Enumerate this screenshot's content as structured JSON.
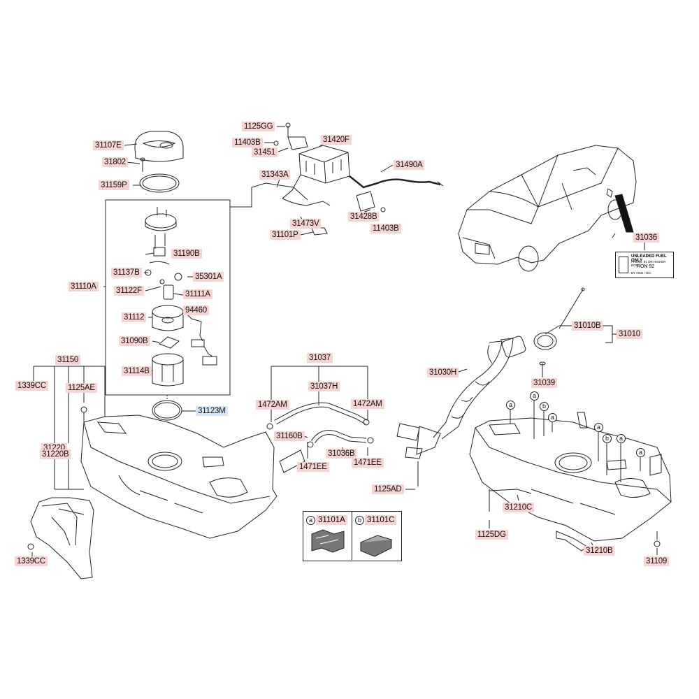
{
  "parts": {
    "p1125GG": "1125GG",
    "p31420F": "31420F",
    "p11403B_top": "11403B",
    "p31451": "31451",
    "p31107E": "31107E",
    "p31802": "31802",
    "p31159P": "31159P",
    "p31343A": "31343A",
    "p31490A": "31490A",
    "p31428B": "31428B",
    "p11403B_low": "11403B",
    "p31473V": "31473V",
    "p31101P": "31101P",
    "p31036": "31036",
    "p31190B": "31190B",
    "p31137B": "31137B",
    "p35301A": "35301A",
    "p31110A": "31110A",
    "p31122F": "31122F",
    "p31111A": "31111A",
    "p94460": "94460",
    "p31112": "31112",
    "p31010B": "31010B",
    "p31010": "31010",
    "p31090B": "31090B",
    "p31150": "31150",
    "p31037": "31037",
    "p31030H": "31030H",
    "p31114B": "31114B",
    "p31039": "31039",
    "p1339CC_top": "1339CC",
    "p1125AE": "1125AE",
    "p31037H": "31037H",
    "p1472AM_l": "1472AM",
    "p1472AM_r": "1472AM",
    "p31123M": "31123M",
    "p31160B": "31160B",
    "p31220": "31220",
    "p31220B": "31220B",
    "p31036B": "31036B",
    "p1471EE_l": "1471EE",
    "p1471EE_r": "1471EE",
    "p1125AD": "1125AD",
    "p31210C": "31210C",
    "p1125DG": "1125DG",
    "p31210B": "31210B",
    "p1339CC_low": "1339CC",
    "p31109": "31109"
  },
  "legend": {
    "a_letter": "a",
    "a_part": "31101A",
    "b_letter": "b",
    "b_part": "31101C"
  },
  "callout_letters": {
    "a": "a",
    "b": "b"
  },
  "fuel_label": {
    "line1": "UNLEADED FUEL ONLY",
    "line2": "PRESS, 91 OR HIGHER RON",
    "line3": "RON 92",
    "line4": "BY ANSI / IEC"
  },
  "colors": {
    "label_bg": "#f7d3d1",
    "highlight_bg": "#d4e6f7",
    "line": "#222222"
  }
}
